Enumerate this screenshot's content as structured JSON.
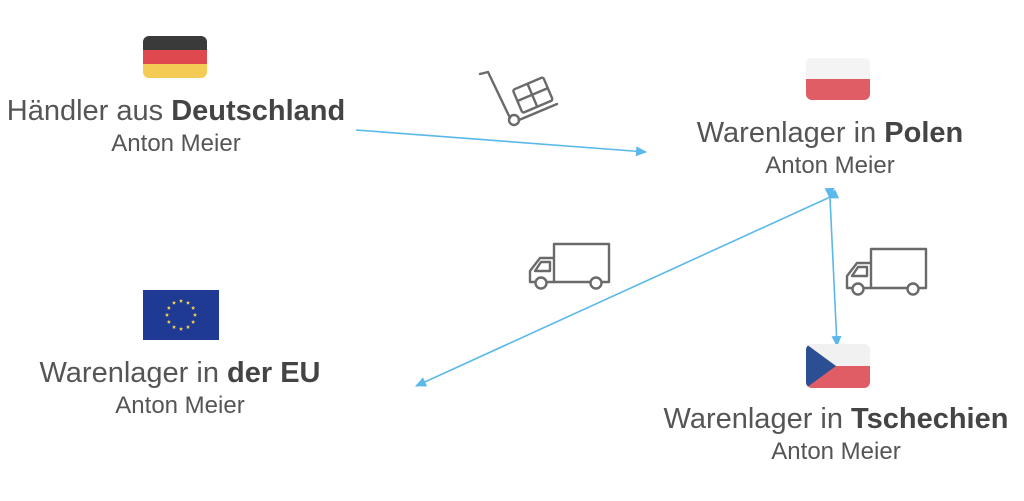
{
  "nodes": {
    "germany": {
      "prefix": "Händler aus ",
      "bold": "Deutschland",
      "person": "Anton Meier"
    },
    "poland": {
      "prefix": "Warenlager in ",
      "bold": "Polen",
      "person": "Anton Meier"
    },
    "eu": {
      "prefix": "Warenlager in ",
      "bold": "der EU",
      "person": "Anton Meier"
    },
    "czech": {
      "prefix": "Warenlager in ",
      "bold": "Tschechien",
      "person": "Anton Meier"
    }
  },
  "flags": {
    "germany": [
      "#3a3a3a",
      "#e0484f",
      "#f3cb55"
    ],
    "poland": [
      "#f4f4f4",
      "#e15d66"
    ],
    "eu": [
      "#1f3a93",
      "#f7d34a"
    ],
    "czech": [
      "#f1f1f1",
      "#e15d66",
      "#2c4f94"
    ]
  },
  "colors": {
    "arrow": "#5ab8ea",
    "icon": "#6a6a6a"
  },
  "icons": [
    "hand-truck-icon",
    "delivery-truck-icon"
  ]
}
